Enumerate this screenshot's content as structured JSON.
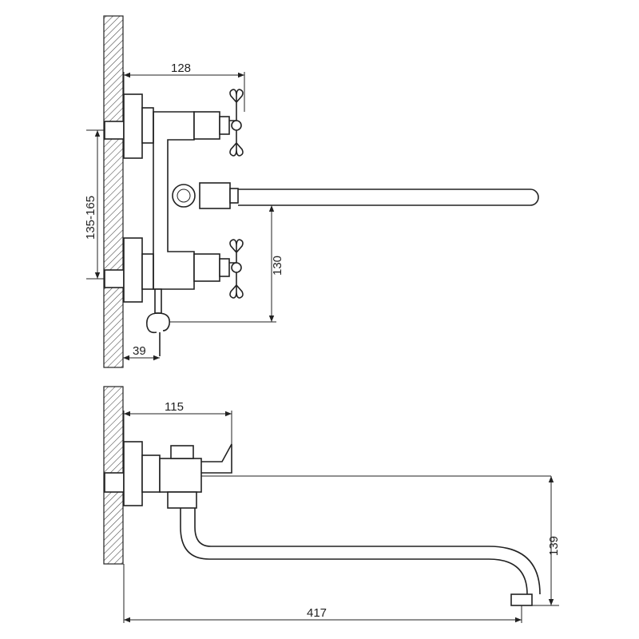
{
  "dimensions": {
    "top_width": "128",
    "inlet_spacing": "135-165",
    "spout_height": "130",
    "wall_offset": "39",
    "side_depth": "115",
    "side_height": "139",
    "spout_reach": "417"
  }
}
